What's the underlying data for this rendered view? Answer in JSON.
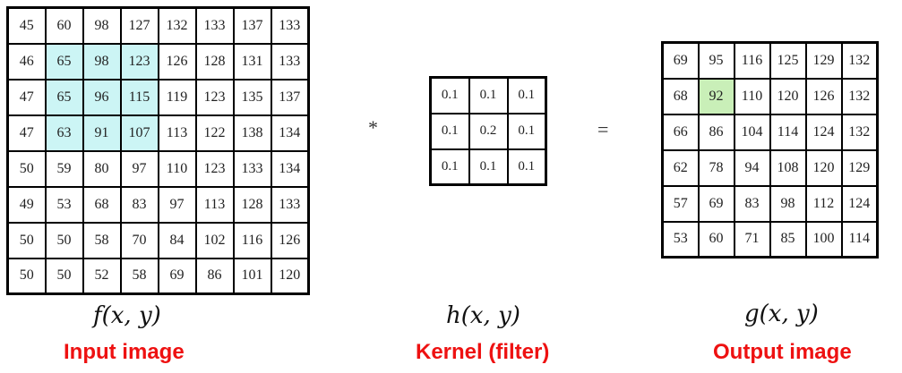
{
  "input": {
    "rows": [
      [
        "45",
        "60",
        "98",
        "127",
        "132",
        "133",
        "137",
        "133"
      ],
      [
        "46",
        "65",
        "98",
        "123",
        "126",
        "128",
        "131",
        "133"
      ],
      [
        "47",
        "65",
        "96",
        "115",
        "119",
        "123",
        "135",
        "137"
      ],
      [
        "47",
        "63",
        "91",
        "107",
        "113",
        "122",
        "138",
        "134"
      ],
      [
        "50",
        "59",
        "80",
        "97",
        "110",
        "123",
        "133",
        "134"
      ],
      [
        "49",
        "53",
        "68",
        "83",
        "97",
        "113",
        "128",
        "133"
      ],
      [
        "50",
        "50",
        "58",
        "70",
        "84",
        "102",
        "116",
        "126"
      ],
      [
        "50",
        "50",
        "52",
        "58",
        "69",
        "86",
        "101",
        "120"
      ]
    ],
    "highlight": {
      "rows": [
        1,
        2,
        3
      ],
      "cols": [
        1,
        2,
        3
      ],
      "color": "#ccf5f5"
    },
    "function_label": "f(x, y)",
    "caption": "Input image"
  },
  "operator_convolve": "*",
  "kernel": {
    "rows": [
      [
        "0.1",
        "0.1",
        "0.1"
      ],
      [
        "0.1",
        "0.2",
        "0.1"
      ],
      [
        "0.1",
        "0.1",
        "0.1"
      ]
    ],
    "function_label": "h(x, y)",
    "caption": "Kernel (filter)"
  },
  "operator_equals": "=",
  "output": {
    "rows": [
      [
        "69",
        "95",
        "116",
        "125",
        "129",
        "132"
      ],
      [
        "68",
        "92",
        "110",
        "120",
        "126",
        "132"
      ],
      [
        "66",
        "86",
        "104",
        "114",
        "124",
        "132"
      ],
      [
        "62",
        "78",
        "94",
        "108",
        "120",
        "129"
      ],
      [
        "57",
        "69",
        "83",
        "98",
        "112",
        "124"
      ],
      [
        "53",
        "60",
        "71",
        "85",
        "100",
        "114"
      ]
    ],
    "highlight": {
      "rows": [
        1
      ],
      "cols": [
        1
      ],
      "color": "#c9efb8"
    },
    "function_label": "g(x, y)",
    "caption": "Output image"
  },
  "colors": {
    "caption_red": "#ee1111",
    "grid_border": "#000000"
  }
}
